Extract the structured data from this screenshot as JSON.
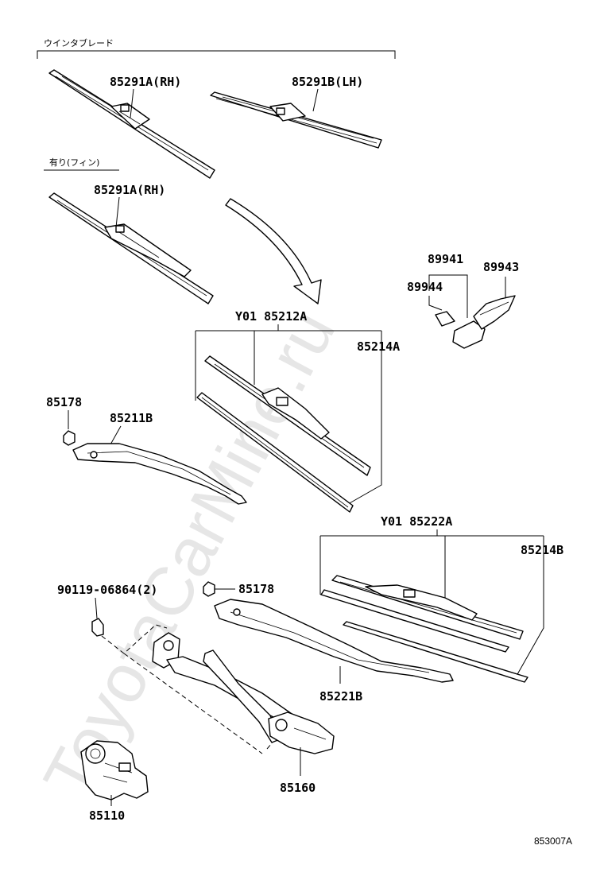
{
  "watermark": "ToyotaCarMine.ru",
  "headers": {
    "wiper_blade": "ウインタブレード",
    "with_fin": "有り(フィン)"
  },
  "labels": {
    "p85291A_rh_1": "85291A(RH)",
    "p85291B_lh": "85291B(LH)",
    "p85291A_rh_2": "85291A(RH)",
    "p89941": "89941",
    "p89943": "89943",
    "p89944": "89944",
    "y01_85212A": "Y01 85212A",
    "p85214A": "85214A",
    "p85178_1": "85178",
    "p85211B": "85211B",
    "y01_85222A": "Y01 85222A",
    "p85214B": "85214B",
    "p90119": "90119-06864(2)",
    "p85178_2": "85178",
    "p85221B": "85221B",
    "p85160": "85160",
    "p85110": "85110"
  },
  "figure_ref": "853007A"
}
